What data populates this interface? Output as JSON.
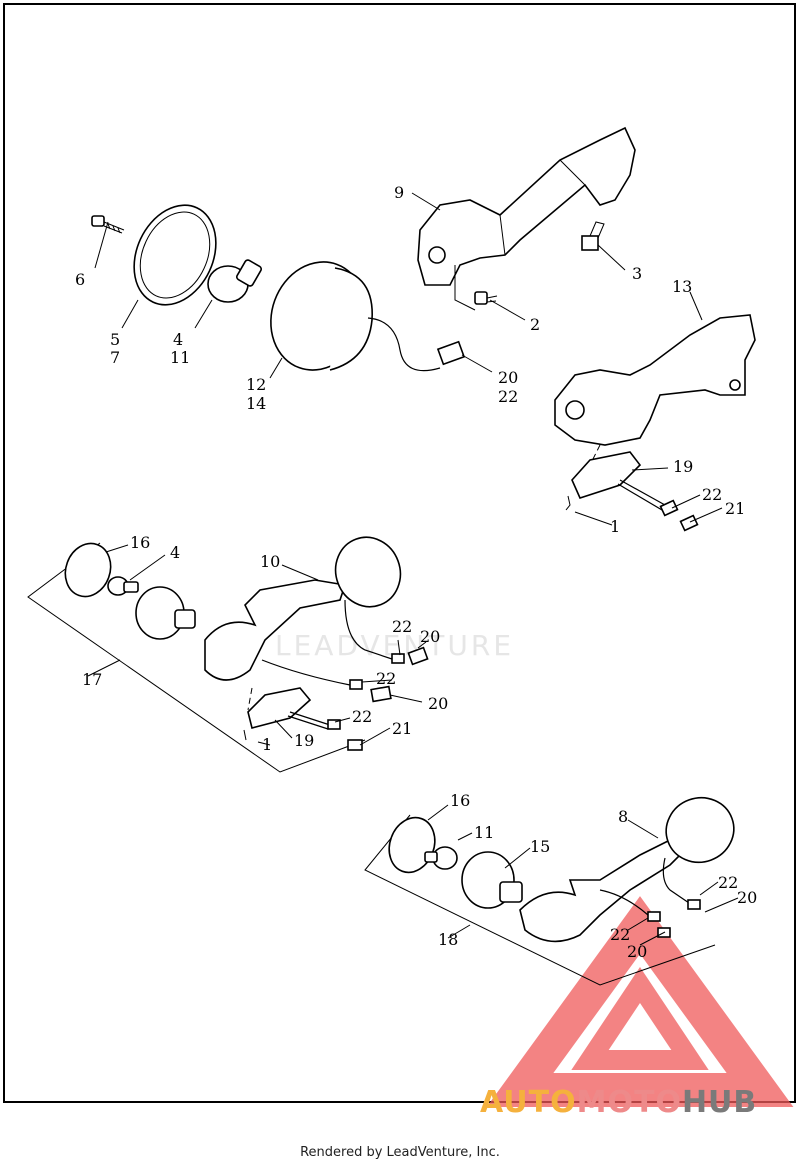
{
  "callouts": {
    "c1a": "1",
    "c1b": "1",
    "c2": "2",
    "c3": "3",
    "c4a": "4",
    "c4b": "4",
    "c5": "5",
    "c6": "6",
    "c7": "7",
    "c8": "8",
    "c9": "9",
    "c10": "10",
    "c11a": "11",
    "c11b": "11",
    "c12": "12",
    "c13": "13",
    "c14": "14",
    "c15": "15",
    "c16a": "16",
    "c16b": "16",
    "c17": "17",
    "c18": "18",
    "c19a": "19",
    "c19b": "19",
    "c20a": "20",
    "c20b": "20",
    "c20c": "20",
    "c20d": "20",
    "c20e": "20",
    "c21a": "21",
    "c21b": "21",
    "c22a": "22",
    "c22b": "22",
    "c22c": "22",
    "c22d": "22",
    "c22e": "22",
    "c22f": "22"
  },
  "footer": "Rendered by LeadVenture, Inc.",
  "watermark": {
    "center_text": "LEADVENTURE",
    "brand_a": "AUTO",
    "brand_b": "MOTO",
    "brand_c": "HUB",
    "color_a": "#f5b13d",
    "color_b": "#ee8a8a",
    "color_c": "#7a7a7a",
    "triangle_color": "#ef5a5a"
  }
}
